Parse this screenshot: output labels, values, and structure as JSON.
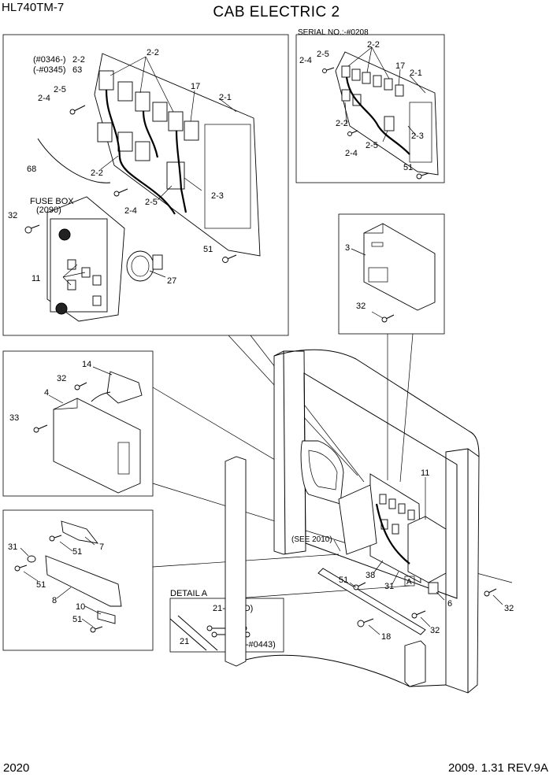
{
  "header": {
    "model": "HL740TM-7",
    "title": "CAB ELECTRIC 2"
  },
  "footer": {
    "page": "2020",
    "revision": "2009. 1.31  REV.9A"
  },
  "labels": {
    "serial_no": "SERIAL NO.:-#0208",
    "relay_serial_a": "(#0346-)",
    "relay_serial_b": "(-#0345)",
    "fuse_box": "FUSE BOX",
    "fuse_box_ref": "(2090)",
    "see_ref": "(SEE 2010)",
    "detail_a": "DETAIL A",
    "detail_21_1": "21-1(STD)",
    "detail_69": "69(-#0443)",
    "detail_marker": "A"
  },
  "callouts": {
    "p2_2": "2-2",
    "p63": "63",
    "p2_5": "2-5",
    "p2_4": "2-4",
    "p17": "17",
    "p2_1": "2-1",
    "p2_3": "2-3",
    "p68": "68",
    "p32": "32",
    "p11": "11",
    "p27": "27",
    "p51": "51",
    "p3": "3",
    "p14": "14",
    "p4": "4",
    "p33": "33",
    "p31": "31",
    "p7": "7",
    "p8": "8",
    "p10": "10",
    "p38": "38",
    "p6": "6",
    "p18": "18",
    "p21": "21"
  }
}
